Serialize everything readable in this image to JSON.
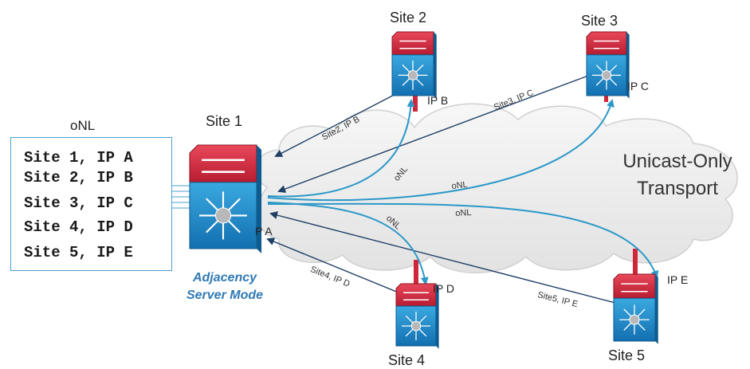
{
  "onl_table": {
    "title": "oNL",
    "entries": [
      "Site 1, IP A",
      "Site 2, IP B",
      "Site 3, IP C",
      "Site 4, IP D",
      "Site 5, IP E"
    ]
  },
  "sites": {
    "site1": {
      "label": "Site 1",
      "ip": "P A"
    },
    "site2": {
      "label": "Site 2",
      "ip": "IP B"
    },
    "site3": {
      "label": "Site 3",
      "ip": "IP C"
    },
    "site4": {
      "label": "Site 4",
      "ip": "IP D"
    },
    "site5": {
      "label": "Site 5",
      "ip": "IP E"
    }
  },
  "mode": {
    "line1": "Adjacency",
    "line2": "Server Mode"
  },
  "cloud": {
    "line1": "Unicast-Only",
    "line2": "Transport"
  },
  "links": {
    "site2_reg": "Site2, IP B",
    "site3_reg": "Site3, IP C",
    "site4_reg": "Site4, IP D",
    "site5_reg": "Site5, IP E",
    "onl_site2": "oNL",
    "onl_site3": "oNL",
    "onl_site5": "oNL",
    "onl_site4": "oNL"
  },
  "colors": {
    "arrow": "#2b98c8",
    "register_arrow": "#1f3f66",
    "switch_red": "#d0263a",
    "switch_blue": "#1f8fd0",
    "cloud_fill": "#eeeeee"
  }
}
